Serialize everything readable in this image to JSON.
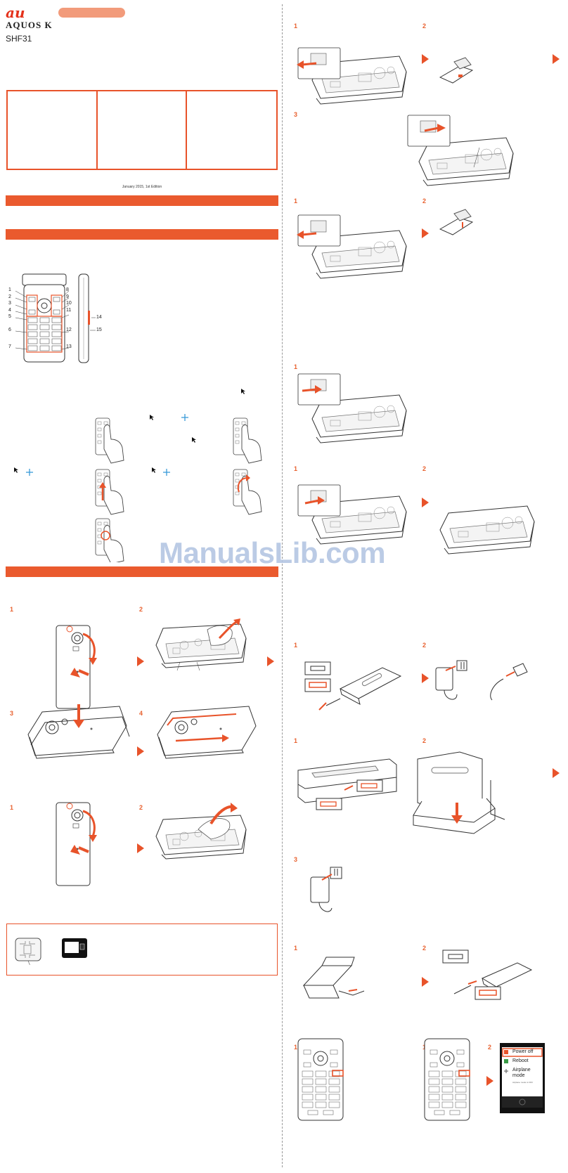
{
  "header": {
    "brand": "au",
    "product": "AQUOS K",
    "model": "SHF31"
  },
  "edition": "January 2015, 1st Edition",
  "watermark": "ManualsLib.com",
  "phone_labels": [
    "1",
    "2",
    "3",
    "4",
    "5",
    "6",
    "7",
    "8",
    "9",
    "10",
    "11",
    "12",
    "13",
    "14",
    "15"
  ],
  "steps": {
    "left_battery": [
      "1",
      "2",
      "3",
      "4"
    ],
    "left_remove": [
      "1",
      "2"
    ],
    "right_sim_insert": [
      "1",
      "2",
      "3"
    ],
    "right_sim_remove": [
      "1",
      "2"
    ],
    "right_sd_insert": [
      "1"
    ],
    "right_sd_remove": [
      "1",
      "2"
    ],
    "right_charge_ac": [
      "1",
      "2"
    ],
    "right_charge_holder": [
      "1",
      "2",
      "3"
    ],
    "right_charge_pc": [
      "1",
      "2"
    ],
    "right_power_on": [
      "1"
    ],
    "right_power_off": [
      "1",
      "2"
    ]
  },
  "power_menu": {
    "items": [
      "Power off",
      "Reboot",
      "Airplane mode"
    ],
    "subtext": "Airplane mode is OFF"
  },
  "colors": {
    "accent": "#ea5a2e",
    "brand": "#e4321b",
    "plus": "#3a9ad9",
    "watermark": "#b4c6e3"
  }
}
